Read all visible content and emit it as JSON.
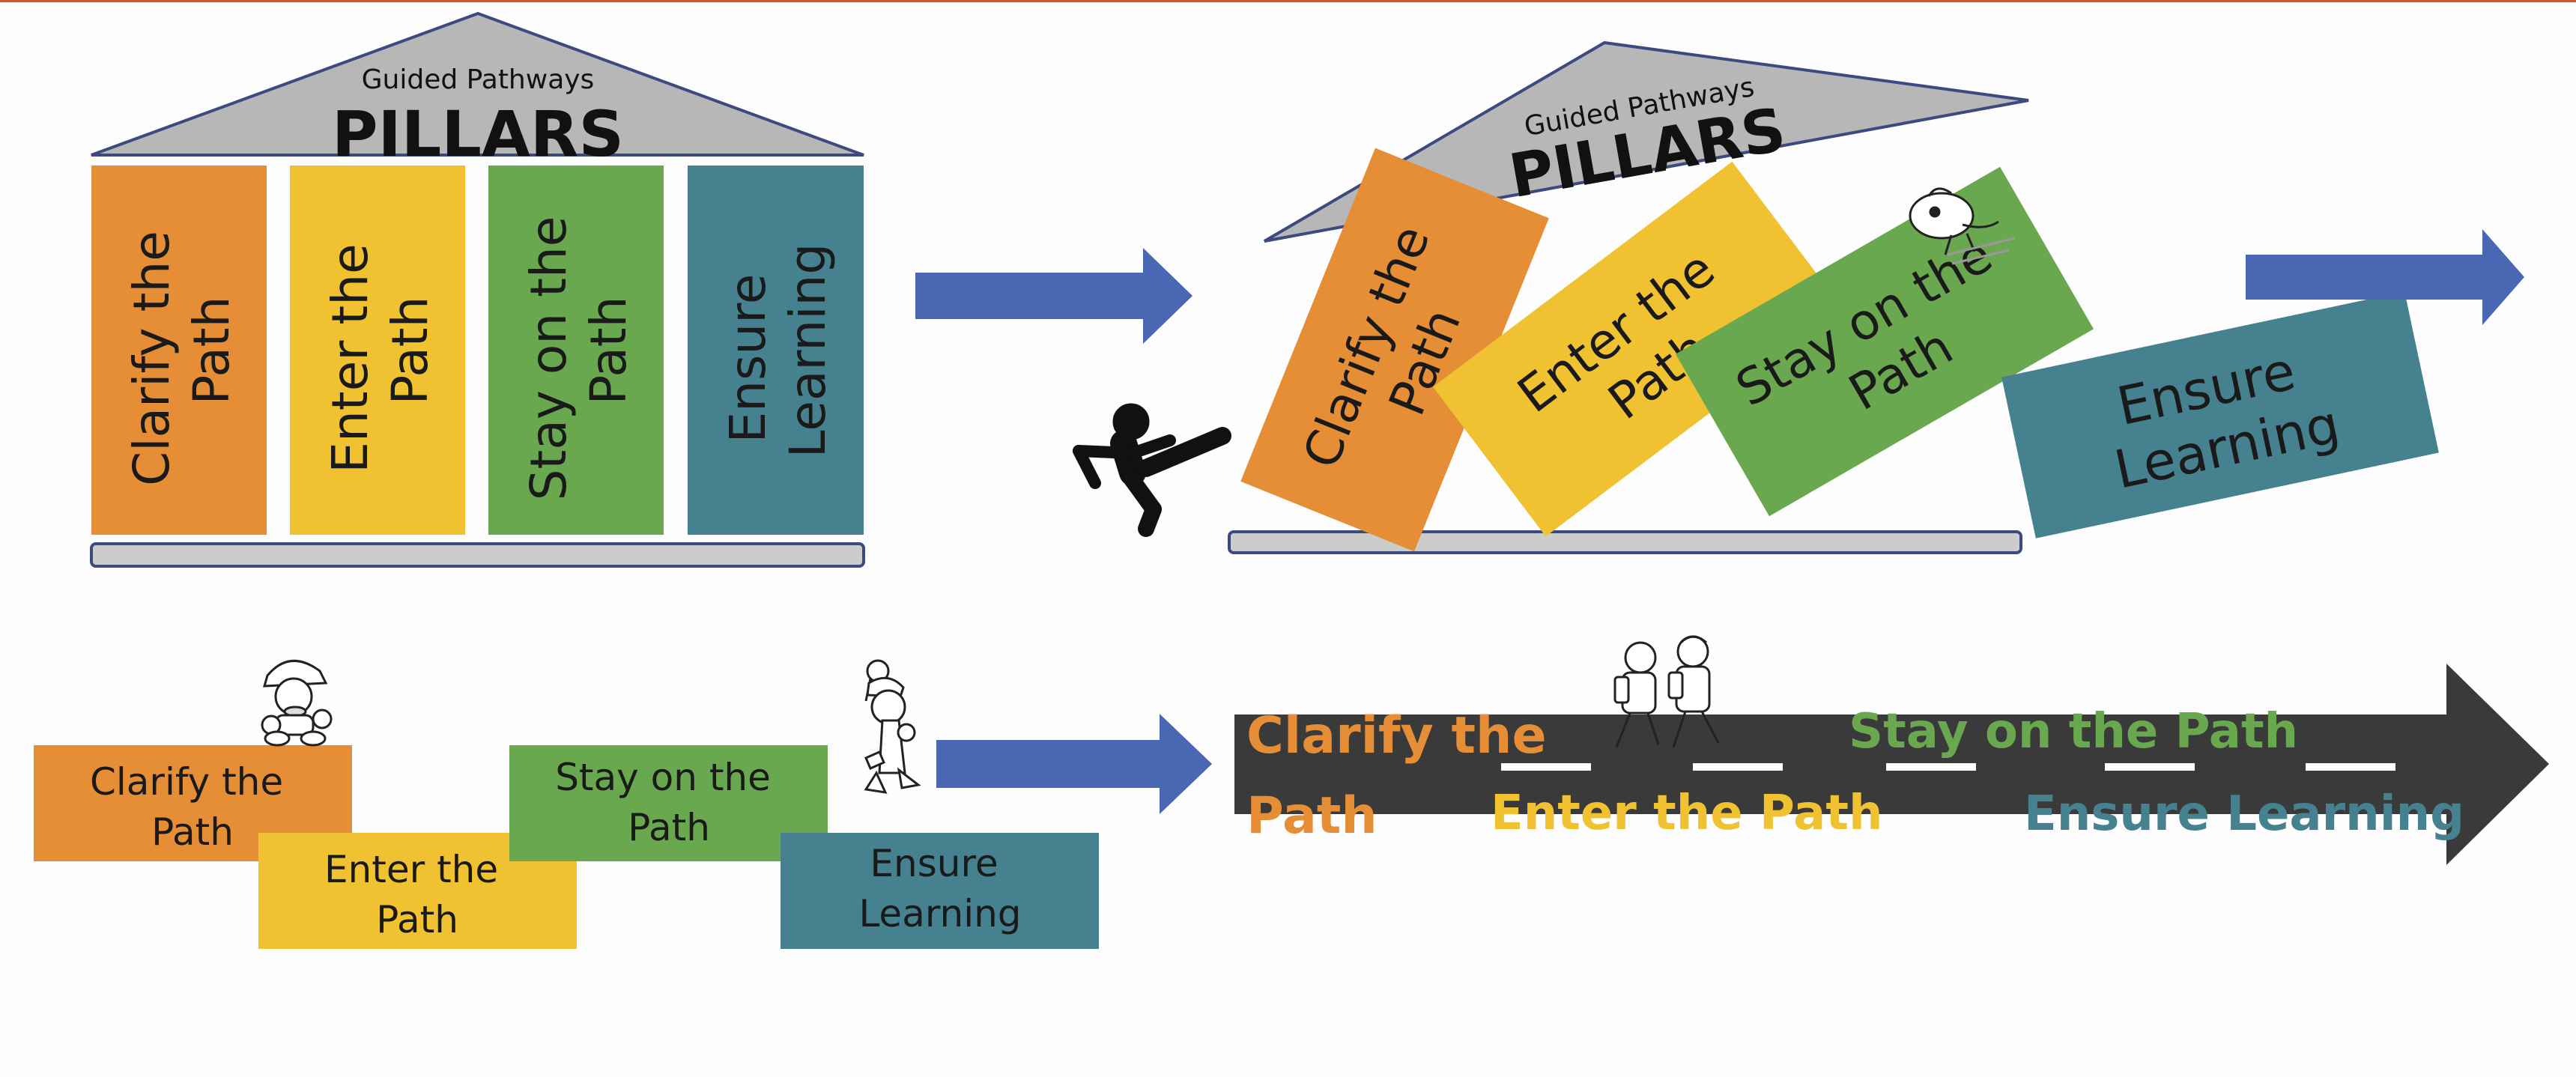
{
  "colors": {
    "orange": "#e68e35",
    "yellow": "#f0c232",
    "green": "#69a84f",
    "teal": "#45818e",
    "arrow_blue": "#4a67b3",
    "roof_gray": "#b7b7b7",
    "base_gray": "#cccccc",
    "road_dark": "#3a3a3a"
  },
  "icons": {
    "kicking_figure": "kicking-person-icon",
    "falling_character": "falling-character-icon",
    "mario_character": "mario-character-icon",
    "luigi_character": "luigi-character-icon",
    "walking_kids": "students-walking-icon"
  },
  "panel1": {
    "roof_subtitle": "Guided Pathways",
    "roof_title": "PILLARS",
    "pillars": [
      {
        "line1": "Clarify the",
        "line2": "Path"
      },
      {
        "line1": "Enter the",
        "line2": "Path"
      },
      {
        "line1": "Stay on the",
        "line2": "Path"
      },
      {
        "line1": "Ensure",
        "line2": "Learning"
      }
    ]
  },
  "panel2": {
    "roof_subtitle": "Guided Pathways",
    "roof_title": "PILLARS",
    "pillars": [
      {
        "line1": "Clarify the",
        "line2": "Path"
      },
      {
        "line1": "Enter the",
        "line2": "Path"
      },
      {
        "line1": "Stay on the",
        "line2": "Path"
      },
      {
        "line1": "Ensure",
        "line2": "Learning"
      }
    ]
  },
  "panel3": {
    "steps": [
      {
        "line1": "Clarify the",
        "line2": "Path"
      },
      {
        "line1": "Enter the",
        "line2": "Path"
      },
      {
        "line1": "Stay on the",
        "line2": "Path"
      },
      {
        "line1": "Ensure",
        "line2": "Learning"
      }
    ]
  },
  "panel4": {
    "clarify_line1": "Clarify the",
    "clarify_line2": "Path",
    "enter": "Enter the Path",
    "stay": "Stay on the Path",
    "ensure": "Ensure Learning"
  }
}
